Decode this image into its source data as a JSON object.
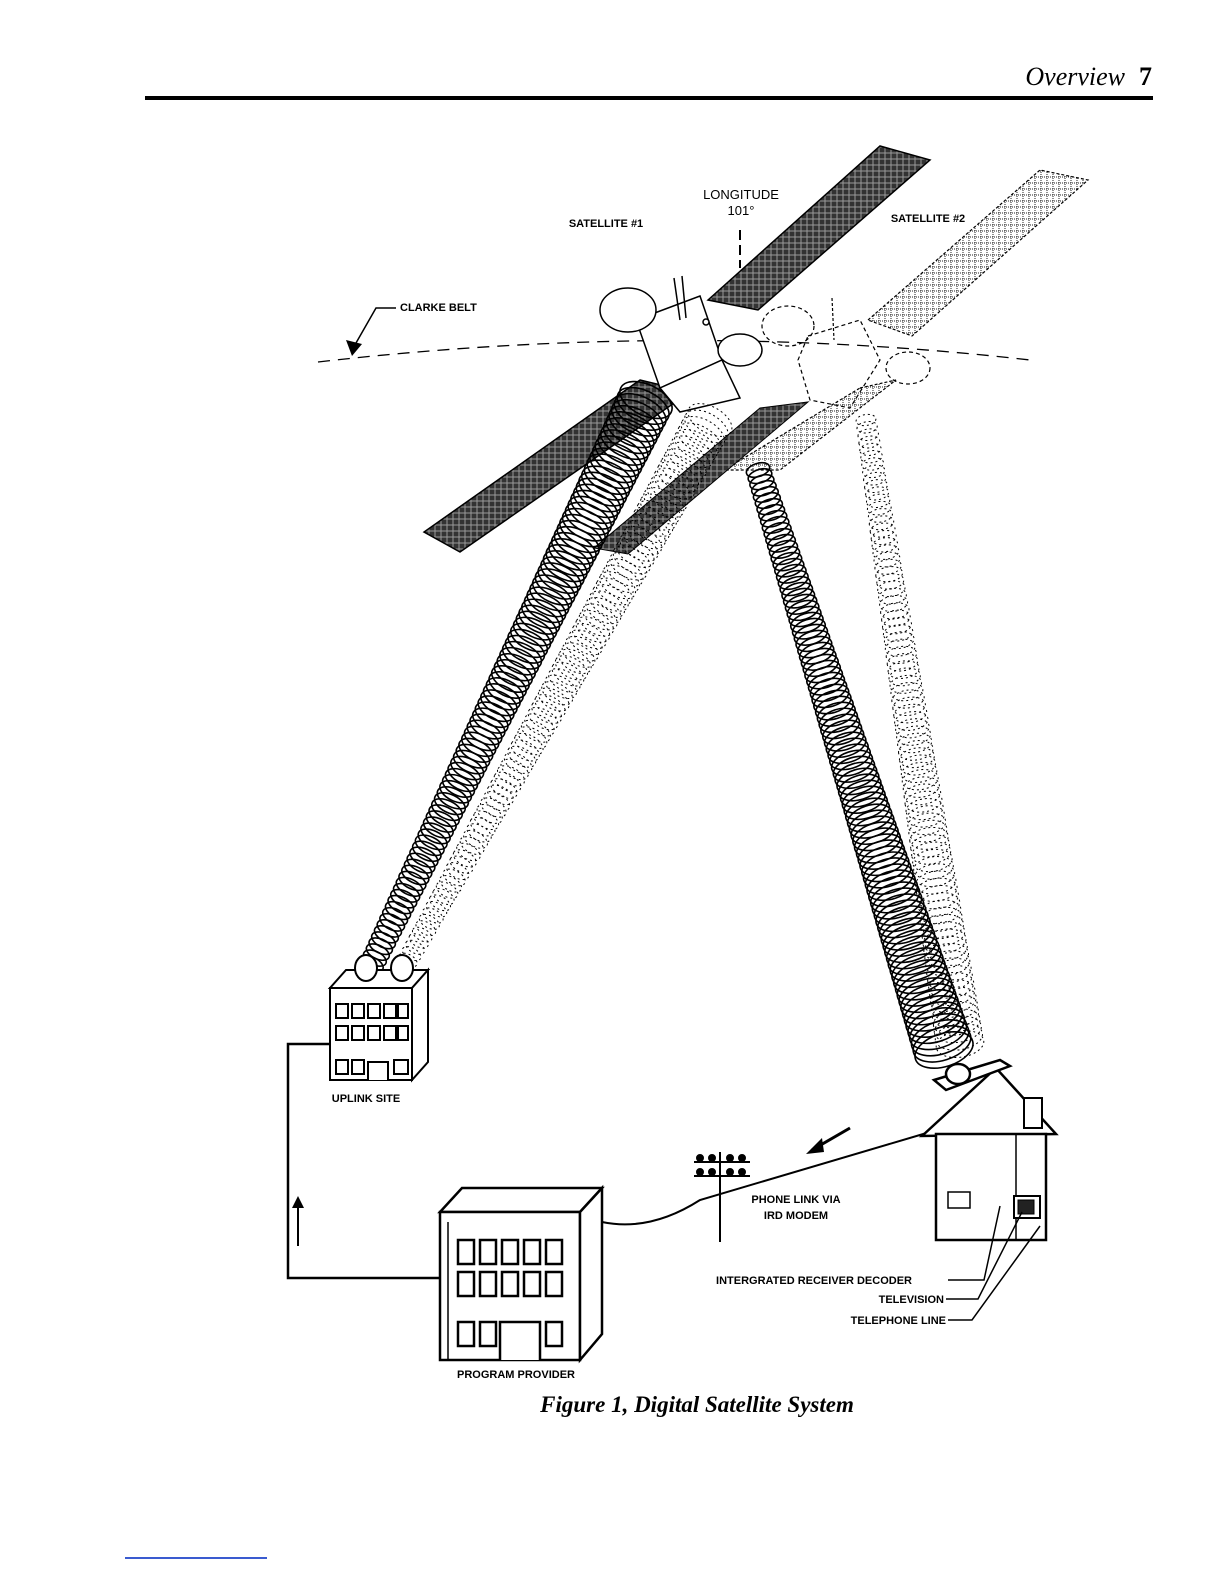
{
  "header": {
    "section": "Overview",
    "page_number": "7"
  },
  "figure": {
    "labels": {
      "longitude": "LONGITUDE",
      "longitude_value": "101°",
      "satellite_1": "SATELLITE #1",
      "satellite_2": "SATELLITE #2",
      "clarke_belt": "CLARKE BELT",
      "uplink_site": "UPLINK SITE",
      "program_provider": "PROGRAM PROVIDER",
      "phone_link_1": "PHONE LINK VIA",
      "phone_link_2": "IRD MODEM",
      "ird": "INTERGRATED RECEIVER DECODER",
      "television": "TELEVISION",
      "telephone_line": "TELEPHONE LINE"
    },
    "caption": "Figure 1, Digital Satellite System"
  }
}
